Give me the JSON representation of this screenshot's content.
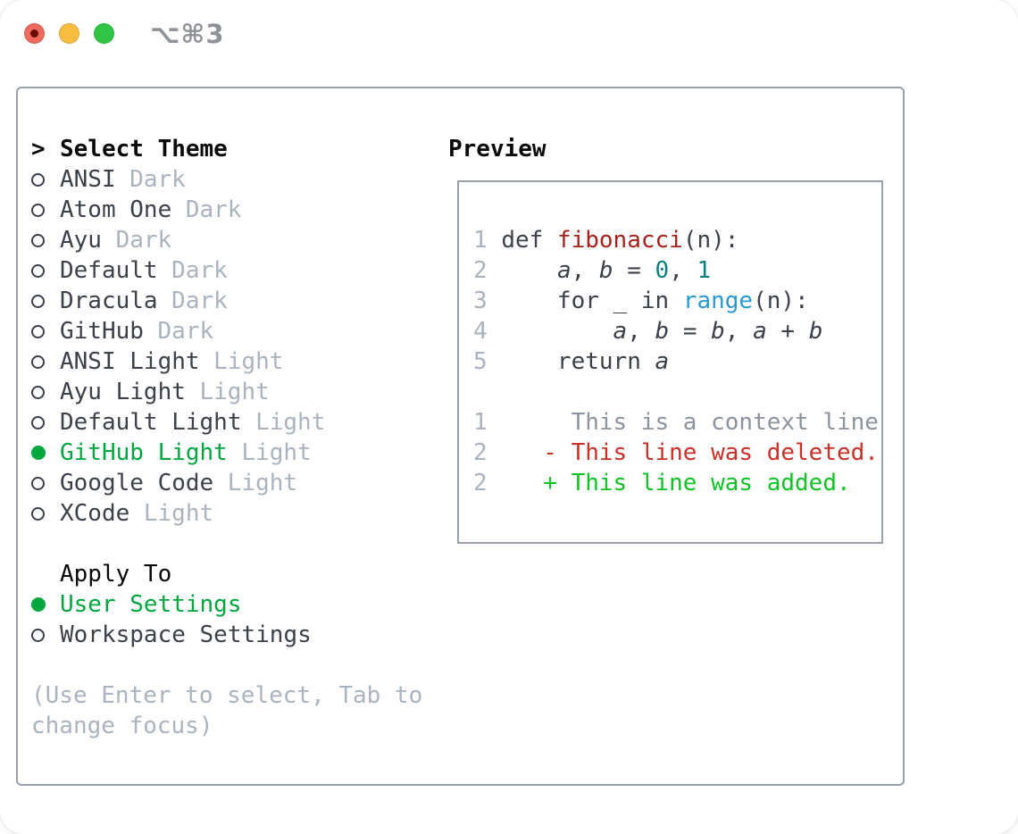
{
  "window": {
    "title": "⌥⌘3",
    "traffic_lights": [
      "close",
      "minimize",
      "zoom"
    ]
  },
  "theme_picker": {
    "prompt": ">",
    "title": "Select Theme",
    "items": [
      {
        "name": "ANSI",
        "variant": "Dark",
        "selected": false
      },
      {
        "name": "Atom One",
        "variant": "Dark",
        "selected": false
      },
      {
        "name": "Ayu",
        "variant": "Dark",
        "selected": false
      },
      {
        "name": "Default",
        "variant": "Dark",
        "selected": false
      },
      {
        "name": "Dracula",
        "variant": "Dark",
        "selected": false
      },
      {
        "name": "GitHub",
        "variant": "Dark",
        "selected": false
      },
      {
        "name": "ANSI Light",
        "variant": "Light",
        "selected": false
      },
      {
        "name": "Ayu Light",
        "variant": "Light",
        "selected": false
      },
      {
        "name": "Default Light",
        "variant": "Light",
        "selected": false
      },
      {
        "name": "GitHub Light",
        "variant": "Light",
        "selected": true
      },
      {
        "name": "Google Code",
        "variant": "Light",
        "selected": false
      },
      {
        "name": "XCode",
        "variant": "Light",
        "selected": false
      }
    ],
    "apply_to": {
      "title": "Apply To",
      "options": [
        {
          "label": "User Settings",
          "selected": true
        },
        {
          "label": "Workspace Settings",
          "selected": false
        }
      ]
    },
    "hint": "(Use Enter to select, Tab to change focus)"
  },
  "preview": {
    "title": "Preview",
    "lines": [
      {
        "num": "1",
        "tokens": [
          {
            "text": "def ",
            "type": "plain"
          },
          {
            "text": "fibonacci",
            "type": "function"
          },
          {
            "text": "(n):",
            "type": "plain"
          }
        ]
      },
      {
        "num": "2",
        "tokens": [
          {
            "text": "    ",
            "type": "plain"
          },
          {
            "text": "a",
            "type": "variable"
          },
          {
            "text": ", ",
            "type": "plain"
          },
          {
            "text": "b",
            "type": "variable"
          },
          {
            "text": " = ",
            "type": "plain"
          },
          {
            "text": "0",
            "type": "number"
          },
          {
            "text": ", ",
            "type": "plain"
          },
          {
            "text": "1",
            "type": "number"
          }
        ]
      },
      {
        "num": "3",
        "tokens": [
          {
            "text": "    for _ in ",
            "type": "plain"
          },
          {
            "text": "range",
            "type": "builtin"
          },
          {
            "text": "(n):",
            "type": "plain"
          }
        ]
      },
      {
        "num": "4",
        "tokens": [
          {
            "text": "        ",
            "type": "plain"
          },
          {
            "text": "a",
            "type": "variable"
          },
          {
            "text": ", ",
            "type": "plain"
          },
          {
            "text": "b",
            "type": "variable"
          },
          {
            "text": " = ",
            "type": "plain"
          },
          {
            "text": "b",
            "type": "variable"
          },
          {
            "text": ", ",
            "type": "plain"
          },
          {
            "text": "a",
            "type": "variable"
          },
          {
            "text": " + ",
            "type": "plain"
          },
          {
            "text": "b",
            "type": "variable"
          }
        ]
      },
      {
        "num": "5",
        "tokens": [
          {
            "text": "    return ",
            "type": "plain"
          },
          {
            "text": "a",
            "type": "variable"
          }
        ]
      },
      {
        "num": "",
        "tokens": []
      },
      {
        "num": "1",
        "tokens": [
          {
            "text": "     This is a context line.",
            "type": "context"
          }
        ]
      },
      {
        "num": "2",
        "tokens": [
          {
            "text": "   - This line was deleted.",
            "type": "deleted"
          }
        ]
      },
      {
        "num": "2",
        "tokens": [
          {
            "text": "   + This line was added.",
            "type": "added"
          }
        ]
      }
    ]
  },
  "colors": {
    "selected_green": "#00a73e",
    "added_green": "#0fc325",
    "deleted_red": "#cb3028",
    "function_red": "#a8221b",
    "builtin_blue": "#2a9ad1",
    "number_teal": "#0d7f83",
    "text_dark": "#3c4149",
    "muted_gray": "#aab3c0",
    "context_gray": "#8b939e",
    "border_gray": "#98a1ab",
    "traffic_red": "#ee6a5f",
    "traffic_yellow": "#f6bd3e",
    "traffic_green": "#31c546",
    "title_gray": "#8e9196"
  }
}
